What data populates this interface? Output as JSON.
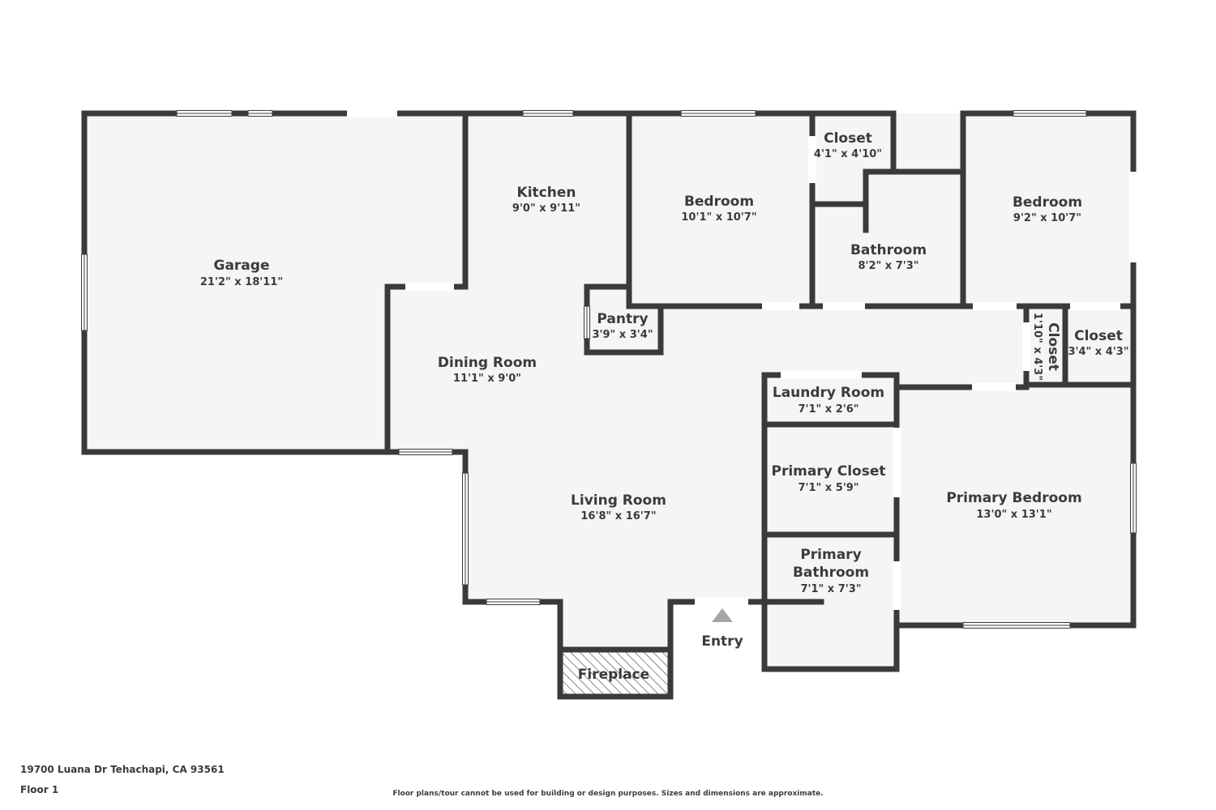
{
  "rooms": {
    "garage": {
      "name": "Garage",
      "dim": "21'2\" x 18'11\""
    },
    "kitchen": {
      "name": "Kitchen",
      "dim": "9'0\" x 9'11\""
    },
    "bedroom1": {
      "name": "Bedroom",
      "dim": "10'1\" x 10'7\""
    },
    "closet1": {
      "name": "Closet",
      "dim": "4'1\" x 4'10\""
    },
    "bathroom": {
      "name": "Bathroom",
      "dim": "8'2\" x 7'3\""
    },
    "bedroom2": {
      "name": "Bedroom",
      "dim": "9'2\" x 10'7\""
    },
    "pantry": {
      "name": "Pantry",
      "dim": "3'9\" x 3'4\""
    },
    "dining": {
      "name": "Dining Room",
      "dim": "11'1\" x 9'0\""
    },
    "closet2": {
      "name": "Closet",
      "dim": "1'10\" x 4'3\""
    },
    "closet3": {
      "name": "Closet",
      "dim": "3'4\" x 4'3\""
    },
    "laundry": {
      "name": "Laundry Room",
      "dim": "7'1\" x 2'6\""
    },
    "primary_closet": {
      "name": "Primary Closet",
      "dim": "7'1\" x 5'9\""
    },
    "primary_bedroom": {
      "name": "Primary Bedroom",
      "dim": "13'0\" x 13'1\""
    },
    "living": {
      "name": "Living Room",
      "dim": "16'8\" x 16'7\""
    },
    "primary_bath": {
      "name_line1": "Primary",
      "name_line2": "Bathroom",
      "dim": "7'1\" x 7'3\""
    },
    "fireplace": {
      "name": "Fireplace"
    }
  },
  "entry": {
    "label": "Entry"
  },
  "footer": {
    "address": "19700 Luana Dr Tehachapi, CA 93561",
    "floor": "Floor 1",
    "disclaimer": "Floor plans/tour cannot be used for building or design purposes. Sizes and dimensions are approximate."
  },
  "colors": {
    "wall": "#3a3a3a",
    "floor": "#f5f5f5",
    "background": "#ffffff",
    "text": "#3b3b3b"
  }
}
